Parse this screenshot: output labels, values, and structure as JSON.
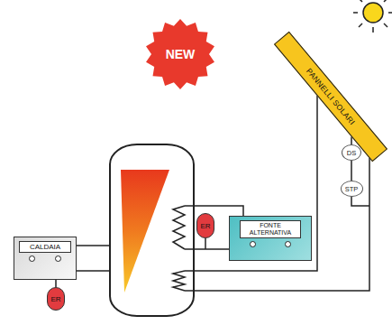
{
  "diagram": {
    "nodes": [
      {
        "text": [
          "NEW"
        ]
      },
      {
        "text": [
          "PANNELLI SOLARI"
        ]
      },
      {
        "text": [
          "DS"
        ]
      },
      {
        "text": [
          "STP"
        ]
      },
      {
        "text": [
          "FONTE ALTERNATIVA"
        ]
      },
      {
        "text": [
          "ER"
        ]
      },
      {
        "text": [
          "CALDAIA"
        ]
      },
      {
        "text": [
          "ER"
        ]
      }
    ],
    "edges": [
      {
        "from": 1,
        "to": 2,
        "arrow": "none"
      },
      {
        "from": 2,
        "to": 3,
        "arrow": "none"
      },
      {
        "from": 6,
        "to": 7,
        "arrow": "none"
      }
    ]
  }
}
